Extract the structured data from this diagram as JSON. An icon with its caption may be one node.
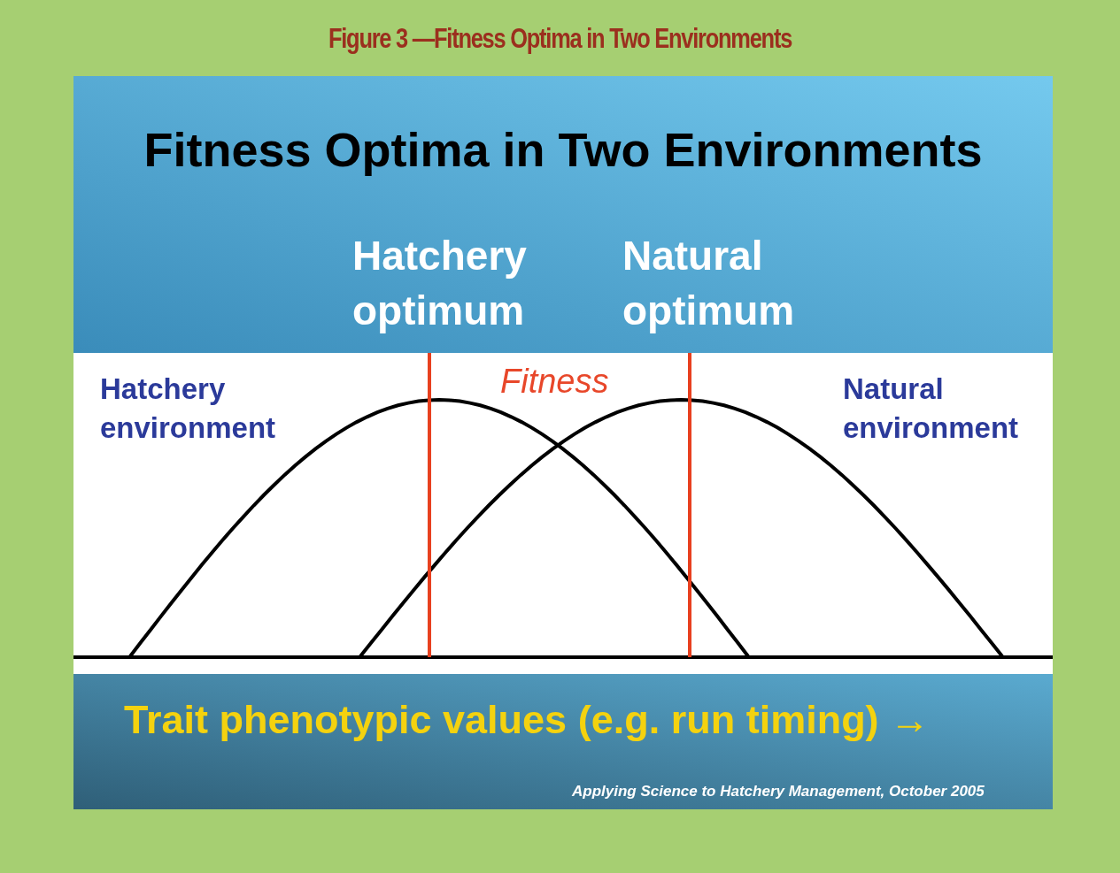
{
  "diagram": {
    "title": "Figure 3 —Fitness Optima in Two Environments",
    "labels": [
      "Fitness Optima in Two Environments",
      "Hatchery optimum",
      "Natural optimum",
      "Hatchery environment",
      "Fitness",
      "Natural environment",
      "Trait phenotypic values (e.g. run timing) →",
      "Applying Science to Hatchery Management, October 2005"
    ]
  }
}
